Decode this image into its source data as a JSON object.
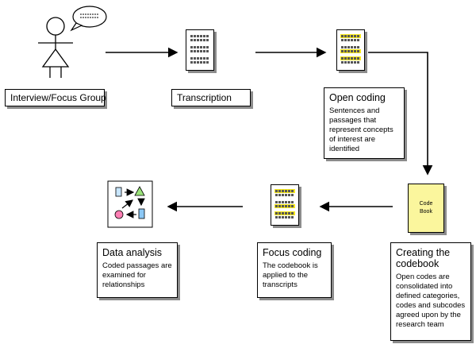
{
  "speech_bubble_text": "~~~~",
  "interview": {
    "label": "Interview/Focus Group"
  },
  "transcription": {
    "label": "Transcription"
  },
  "open_coding": {
    "title": "Open coding",
    "description": "Sentences and passages that represent concepts of interest are identified"
  },
  "codebook": {
    "line1": "Code",
    "line2": "Book"
  },
  "creating_codebook": {
    "title": "Creating the codebook",
    "description": "Open codes are consolidated into defined categories, codes and subcodes agreed upon by the research team"
  },
  "focus_coding": {
    "title": "Focus coding",
    "description": "The codebook is applied to the transcripts"
  },
  "data_analysis": {
    "title": "Data analysis",
    "description": "Coded passages are examined for relationships"
  },
  "colors": {
    "highlight": "#f5e71b",
    "codebook_fill": "#fbf69d",
    "shadow": "#8c8c8c"
  }
}
